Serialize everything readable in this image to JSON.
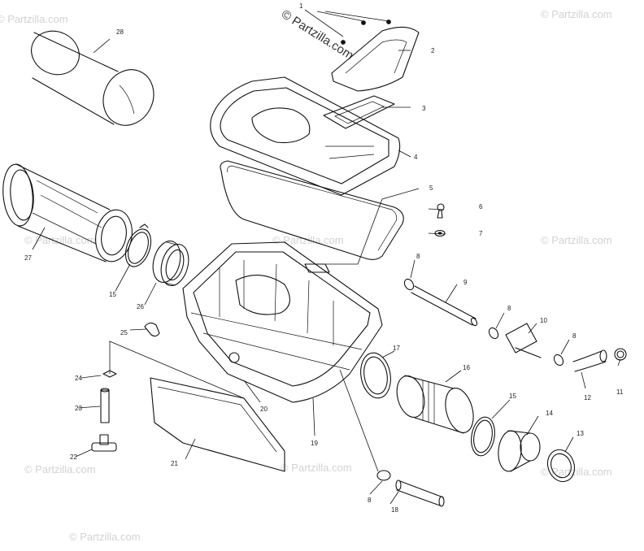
{
  "diagram": {
    "title": "",
    "watermark_main": "© Partzilla.com",
    "watermark_repeat": "© Partzilla.com",
    "parts": [
      {
        "id": "p1",
        "label": "1"
      },
      {
        "id": "p2",
        "label": "2"
      },
      {
        "id": "p3",
        "label": "3"
      },
      {
        "id": "p4",
        "label": "4"
      },
      {
        "id": "p5",
        "label": "5"
      },
      {
        "id": "p6",
        "label": "6"
      },
      {
        "id": "p7",
        "label": "7"
      },
      {
        "id": "p8a",
        "label": "8"
      },
      {
        "id": "p8b",
        "label": "8"
      },
      {
        "id": "p8c",
        "label": "8"
      },
      {
        "id": "p8d",
        "label": "8"
      },
      {
        "id": "p9",
        "label": "9"
      },
      {
        "id": "p10",
        "label": "10"
      },
      {
        "id": "p11",
        "label": "11"
      },
      {
        "id": "p12",
        "label": "12"
      },
      {
        "id": "p13",
        "label": "13"
      },
      {
        "id": "p14",
        "label": "14"
      },
      {
        "id": "p15a",
        "label": "15"
      },
      {
        "id": "p15b",
        "label": "15"
      },
      {
        "id": "p16",
        "label": "16"
      },
      {
        "id": "p17",
        "label": "17"
      },
      {
        "id": "p18",
        "label": "18"
      },
      {
        "id": "p19",
        "label": "19"
      },
      {
        "id": "p20",
        "label": "20"
      },
      {
        "id": "p21",
        "label": "21"
      },
      {
        "id": "p22",
        "label": "22"
      },
      {
        "id": "p23",
        "label": "23"
      },
      {
        "id": "p24",
        "label": "24"
      },
      {
        "id": "p25",
        "label": "25"
      },
      {
        "id": "p26",
        "label": "26"
      },
      {
        "id": "p27",
        "label": "27"
      },
      {
        "id": "p28",
        "label": "28"
      }
    ]
  }
}
